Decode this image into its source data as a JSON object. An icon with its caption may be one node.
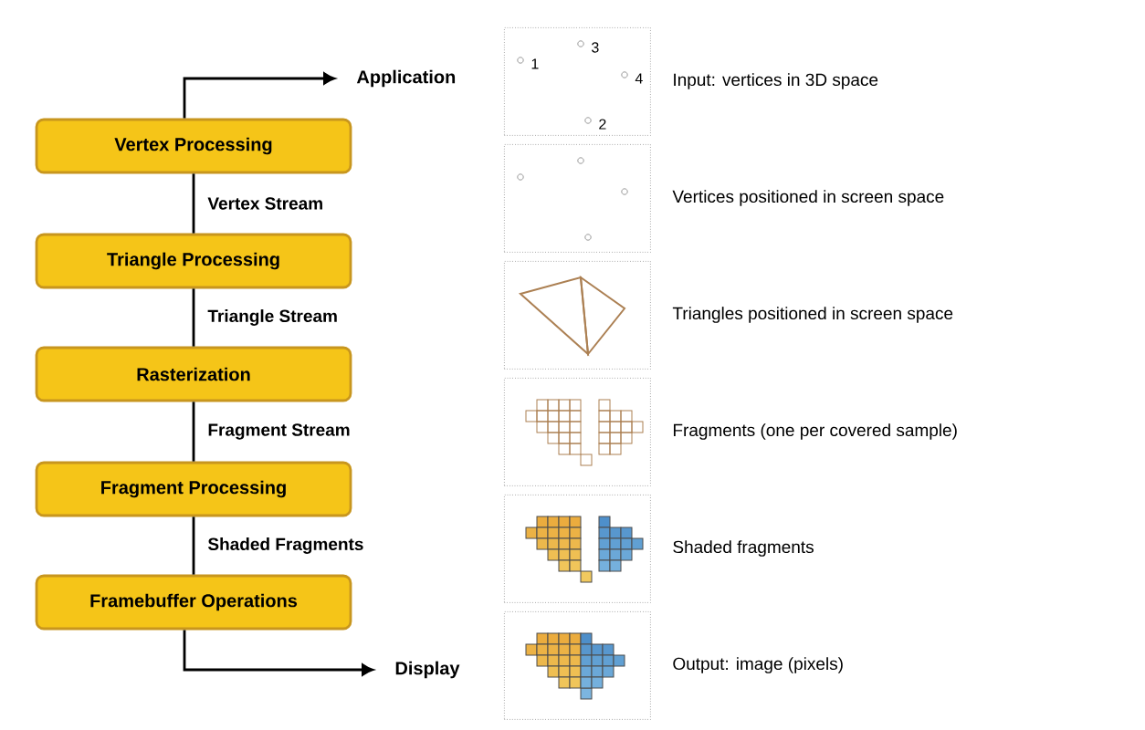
{
  "diagram": {
    "nodes": [
      {
        "text": [
          "Application"
        ]
      },
      {
        "text": [
          "Vertex Processing"
        ]
      },
      {
        "text": [
          "Triangle Processing"
        ]
      },
      {
        "text": [
          "Rasterization"
        ]
      },
      {
        "text": [
          "Fragment Processing"
        ]
      },
      {
        "text": [
          "Framebuffer Operations"
        ]
      },
      {
        "text": [
          "Display"
        ]
      },
      {
        "text": [],
        "shape": "picture",
        "beside": [
          "Input: vertices in 3D space"
        ]
      },
      {
        "text": [],
        "shape": "picture",
        "beside": [
          "Vertices positioned in screen space"
        ]
      },
      {
        "text": [],
        "shape": "picture",
        "beside": [
          "Triangles positioned in screen space"
        ]
      },
      {
        "text": [],
        "shape": "picture",
        "beside": [
          "Fragments (one per covered sample)"
        ]
      },
      {
        "text": [],
        "shape": "picture",
        "beside": [
          "Shaded fragments"
        ]
      },
      {
        "text": [],
        "shape": "picture",
        "beside": [
          "Output: image (pixels)"
        ]
      }
    ],
    "edges": [
      {
        "from": 1,
        "to": 0,
        "arrow": "to"
      },
      {
        "from": 1,
        "to": 2,
        "arrow": "none",
        "label": "Vertex Stream"
      },
      {
        "from": 2,
        "to": 3,
        "arrow": "none",
        "label": "Triangle Stream"
      },
      {
        "from": 3,
        "to": 4,
        "arrow": "none",
        "label": "Fragment Stream"
      },
      {
        "from": 4,
        "to": 5,
        "arrow": "none",
        "label": "Shaded Fragments"
      },
      {
        "from": 5,
        "to": 6,
        "arrow": "to"
      }
    ],
    "labels": [
      "3",
      "1",
      "4",
      "2"
    ]
  }
}
